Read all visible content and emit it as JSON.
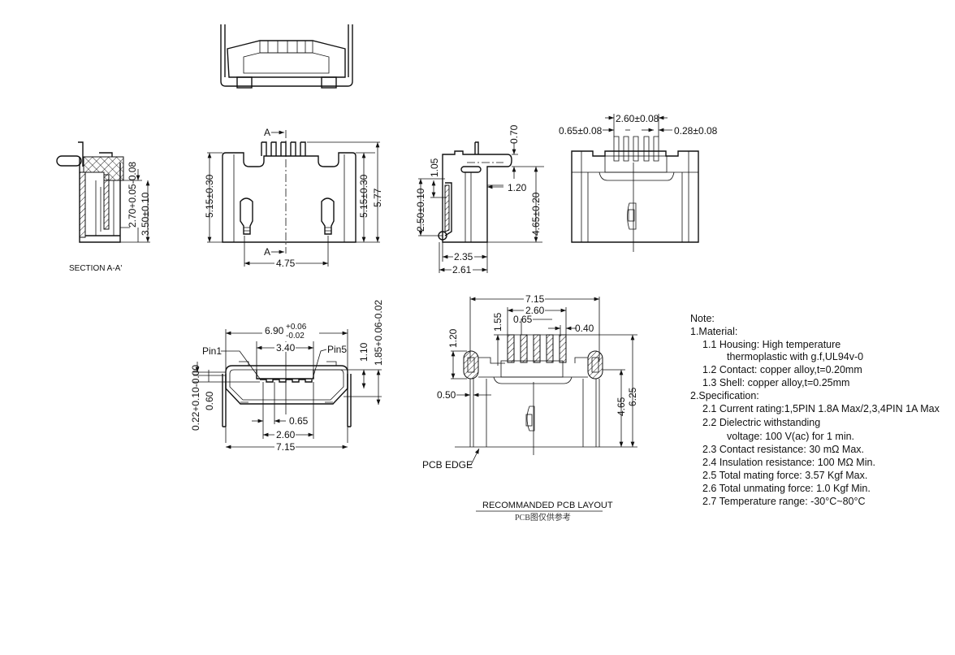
{
  "top_view": {},
  "section": {
    "title": "SECTION A-A'",
    "dim_270": "2.70+0.05-0.08",
    "dim_350": "3.50±0.10"
  },
  "front_view": {
    "section_marker_top": "A",
    "section_marker_bottom": "A",
    "dim_left": "5.15±0.30",
    "dim_right": "5.15±0.30",
    "dim_total": "5.77",
    "dim_pitch": "4.75"
  },
  "side_view": {
    "dim_070": "0.70",
    "dim_105": "1.05",
    "dim_120": "1.20",
    "dim_250": "2.50±0.10",
    "dim_465": "4.65±0.20",
    "dim_235": "2.35",
    "dim_261": "2.61"
  },
  "rear_view": {
    "dim_260": "2.60±0.08",
    "dim_065": "0.65±0.08",
    "dim_028": "0.28±0.08"
  },
  "mating_view": {
    "dim_690": "6.90",
    "dim_690_tol_plus": "+0.06",
    "dim_690_tol_minus": "-0.02",
    "pin1": "Pin1",
    "pin5": "Pin5",
    "dim_340": "3.40",
    "dim_110": "1.10",
    "dim_185": "1.85+0.06-0.02",
    "dim_022": "0.22+0.10-0.00",
    "dim_060": "0.60",
    "dim_065": "0.65",
    "dim_260": "2.60",
    "dim_715": "7.15"
  },
  "pcb_layout": {
    "dim_715": "7.15",
    "dim_260": "2.60",
    "dim_155": "1.55",
    "dim_065": "0.65",
    "dim_040": "0.40",
    "dim_120": "1.20",
    "dim_050": "0.50",
    "dim_465": "4.65",
    "dim_625": "6.25",
    "pcb_edge": "PCB EDGE",
    "title": "RECOMMANDED PCB LAYOUT",
    "subtitle": "PCB图仅供参考"
  },
  "notes": {
    "heading": "Note:",
    "lines": [
      "1.Material:",
      "1.1 Housing: High temperature",
      "thermoplastic with g.f,UL94v-0",
      "1.2 Contact: copper alloy,t=0.20mm",
      "1.3 Shell: copper alloy,t=0.25mm",
      "2.Specification:",
      "2.1 Current rating:1,5PIN 1.8A Max/2,3,4PIN 1A Max",
      "2.2 Dielectric withstanding",
      "voltage: 100 V(ac) for 1 min.",
      "2.3 Contact resistance: 30 mΩ Max.",
      "2.4 Insulation resistance: 100 MΩ Min.",
      "2.5 Total mating force: 3.57 Kgf Max.",
      "2.6 Total unmating force: 1.0 Kgf Min.",
      "2.7 Temperature range: -30°C~80°C"
    ]
  }
}
